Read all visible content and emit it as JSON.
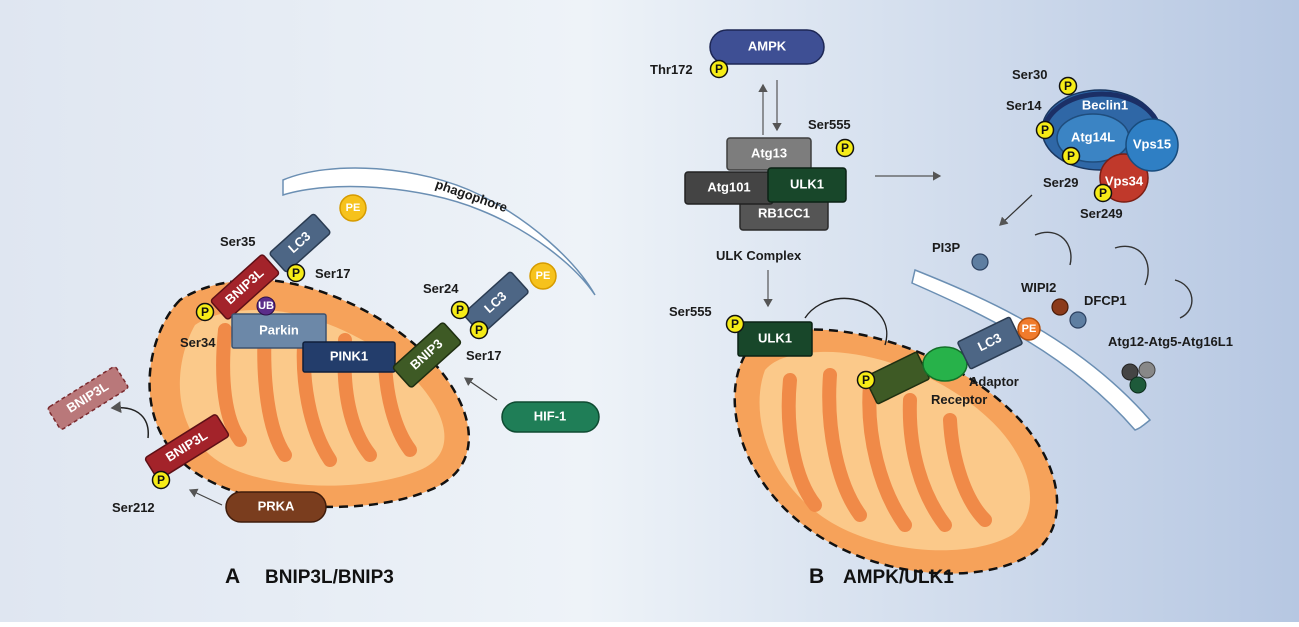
{
  "panel_a": {
    "letter": "A",
    "title": "BNIP3L/BNIP3",
    "phagophore": "phagophore",
    "lc3_left": "LC3",
    "lc3_right": "LC3",
    "pe_left": "PE",
    "pe_right": "PE",
    "bnip3l_main": "BNIP3L",
    "bnip3l_lower": "BNIP3L",
    "bnip3l_released": "BNIP3L",
    "bnip3": "BNIP3",
    "parkin": "Parkin",
    "ub": "UB",
    "pink1": "PINK1",
    "hif1": "HIF-1",
    "prka": "PRKA",
    "ser35": "Ser35",
    "ser17_left": "Ser17",
    "ser34": "Ser34",
    "ser24": "Ser24",
    "ser17_right": "Ser17",
    "ser212": "Ser212"
  },
  "panel_b": {
    "letter": "B",
    "title": "AMPK/ULK1",
    "ampk": "AMPK",
    "thr172": "Thr172",
    "atg13": "Atg13",
    "atg101": "Atg101",
    "ulk1_complex": "ULK1",
    "rb1cc1": "RB1CC1",
    "ser555_top": "Ser555",
    "ulk_complex_label": "ULK Complex",
    "ser555_bottom": "Ser555",
    "ulk1_bottom": "ULK1",
    "beclin1": "Beclin1",
    "atg14l": "Atg14L",
    "vps15": "Vps15",
    "vps34": "Vps34",
    "ser30": "Ser30",
    "ser14": "Ser14",
    "ser29": "Ser29",
    "ser249": "Ser249",
    "pi3p": "PI3P",
    "wipi2": "WIPI2",
    "dfcp1": "DFCP1",
    "atg_complex": "Atg12-Atg5-Atg16L1",
    "lc3": "LC3",
    "pe": "PE",
    "adaptor": "Adaptor",
    "receptor": "Receptor"
  },
  "phospho": "P",
  "colors": {
    "background": "#e6eef6",
    "mito_fill": "#f6a25a",
    "mito_inner": "#fbc98a",
    "bnip3l": "#a3232a",
    "bnip3": "#3e5a25",
    "lc3": "#4d6685",
    "parkin": "#6c88a8",
    "pink1": "#233d6b",
    "hif1": "#1f7e57",
    "prka": "#7a3d1e",
    "ampk": "#3e4f94",
    "ulk1": "#18472a",
    "phospho": "#f6ec17"
  }
}
